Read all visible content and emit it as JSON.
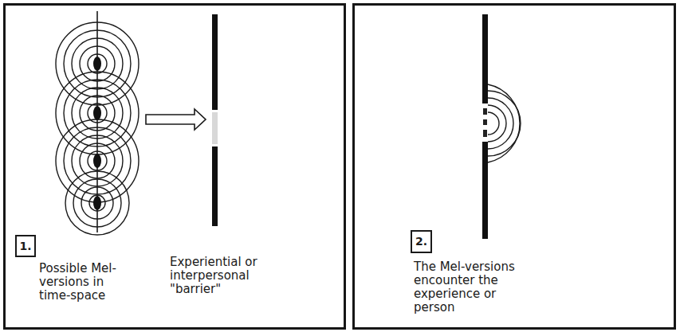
{
  "diagram": {
    "nodes": [
      {
        "text": [
          "Possible Mel-versions in time-space",
          "Experiential or interpersonal \"barrier\""
        ]
      },
      {
        "text": [
          "1."
        ],
        "in": 0
      },
      {
        "text": [
          "The Mel-versions encounter the experience or person"
        ]
      },
      {
        "text": [
          "2."
        ],
        "in": 2
      }
    ]
  }
}
